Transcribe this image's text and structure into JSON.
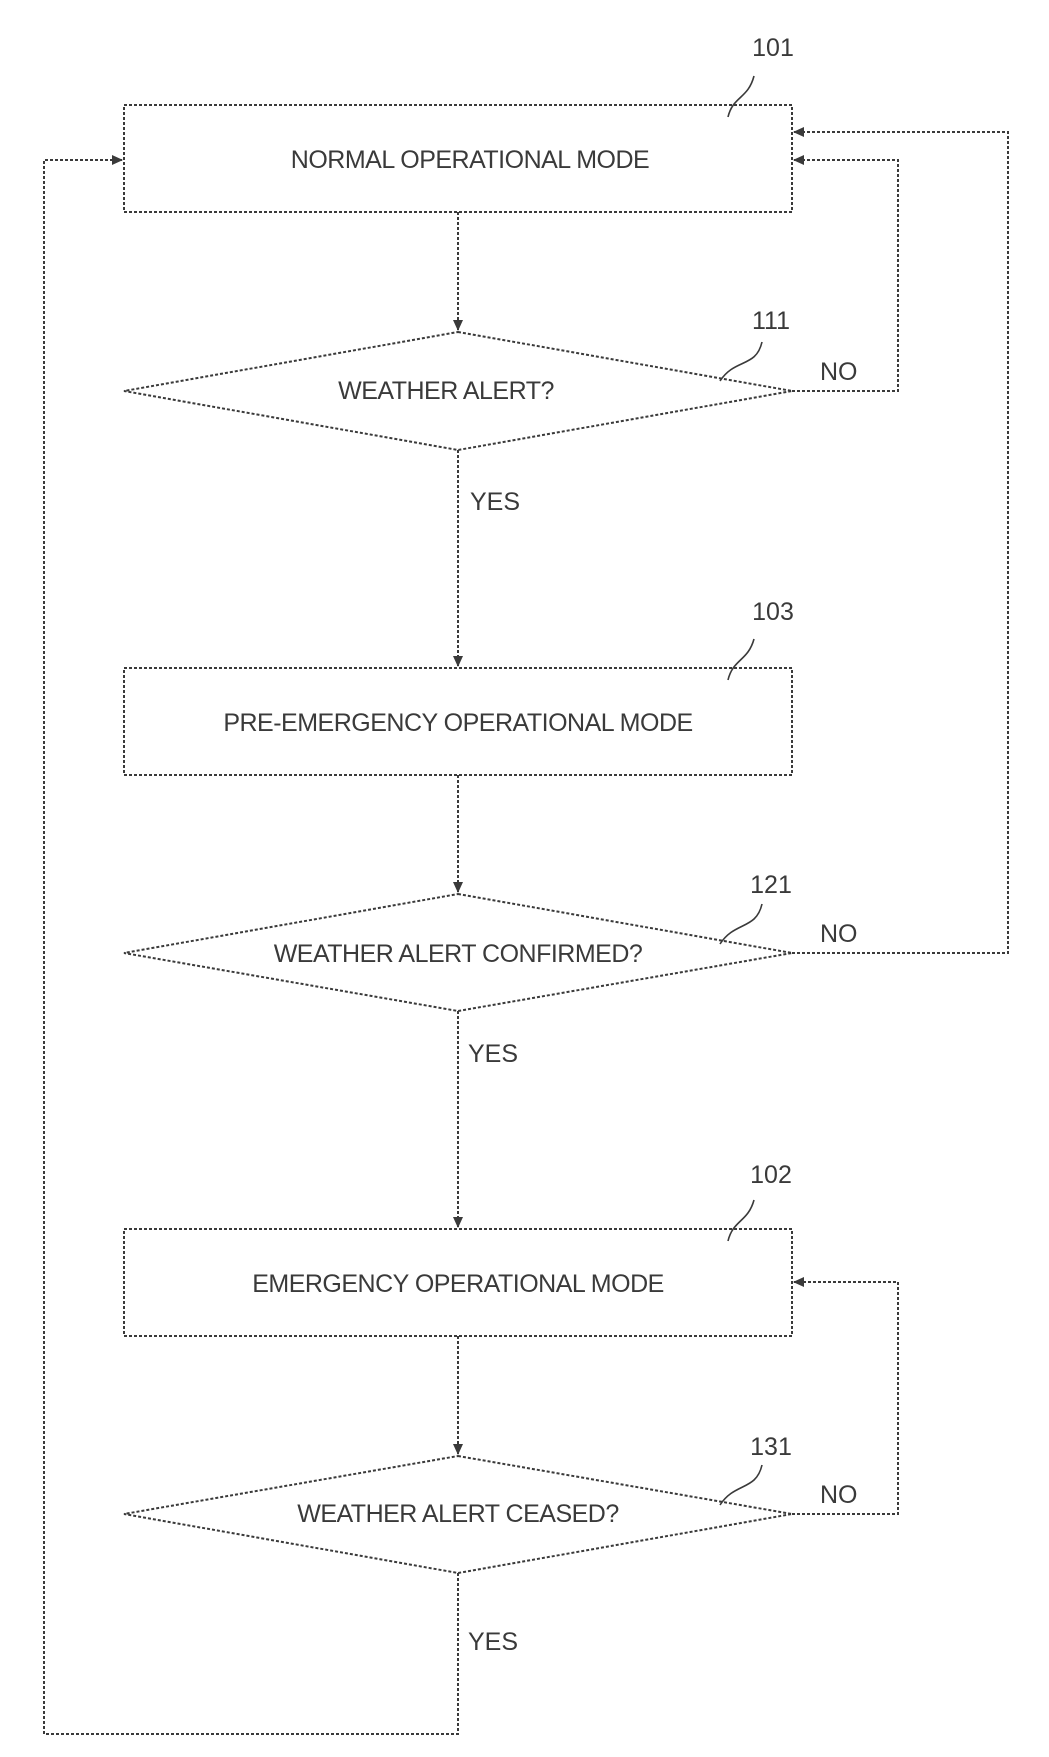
{
  "nodes": {
    "normal_mode": {
      "ref": "101",
      "label": "NORMAL OPERATIONAL MODE"
    },
    "weather_alert": {
      "ref": "111",
      "label": "WEATHER ALERT?"
    },
    "pre_emergency_mode": {
      "ref": "103",
      "label": "PRE-EMERGENCY OPERATIONAL MODE"
    },
    "alert_confirmed": {
      "ref": "121",
      "label": "WEATHER ALERT CONFIRMED?"
    },
    "emergency_mode": {
      "ref": "102",
      "label": "EMERGENCY OPERATIONAL MODE"
    },
    "alert_ceased": {
      "ref": "131",
      "label": "WEATHER ALERT CEASED?"
    }
  },
  "branches": {
    "weather_alert_yes": "YES",
    "weather_alert_no": "NO",
    "alert_confirmed_yes": "YES",
    "alert_confirmed_no": "NO",
    "alert_ceased_yes": "YES",
    "alert_ceased_no": "NO"
  },
  "colors": {
    "line": "#3a3a3a",
    "background": "#ffffff"
  }
}
